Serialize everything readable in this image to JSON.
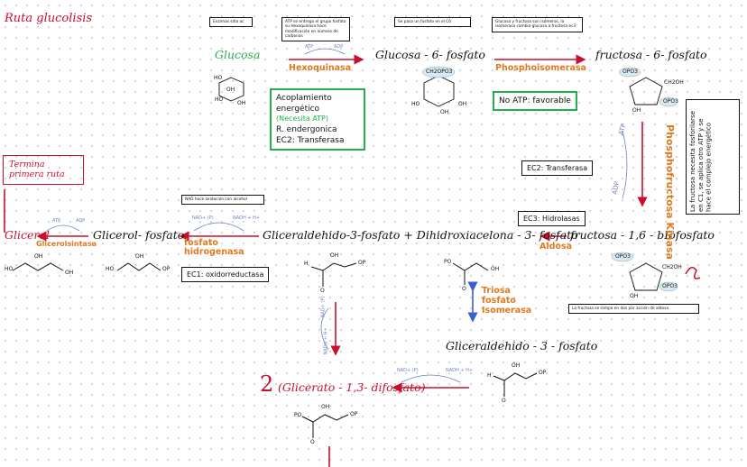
{
  "title": "Ruta glucolisis",
  "notes": {
    "n1": "Enzimas sitio ac",
    "n2": "ATP se entrega el grupo fosfato su Hexoquinasa hace modificación en número de carbonos",
    "n3": "Se pasa un fosfato en el C6",
    "n4": "Glucosa y fructosa son isómeros, la isomerasa cambia glucosa a fructosa ec3",
    "n5": "NAD hace oxidación con alcohol",
    "n6": "La fructosa se rompe en dos por acción de aldosa",
    "side_note": "La fructosa necesita fosforilarse en C1, se aplica otro ATP y se hace el complejo energético"
  },
  "compounds": {
    "glucosa": "Glucosa",
    "g6p": "Glucosa - 6- fosfato",
    "f6p": "fructosa - 6- fosfato",
    "f16bp": "fructosa - 1,6 - bIofosfato",
    "gald3p_dhap": "Gliceraldehido-3-fosfato + Dihidroxiacelona - 3- fosfato",
    "g3p": "Gliceraldehido - 3 - fosfato",
    "glicerol_fosfato": "Glicerol- fosfato",
    "glicerol": "Glicerol",
    "glicerato": "(Glicerato - 1,3- difosfato)"
  },
  "enzymes": {
    "hexoquinasa": "Hexoquinasa",
    "phosphoisomerasa": "Phosphoisomerasa",
    "pfk": "Phosphofructosa Kinasa",
    "aldosa": "Aldosa",
    "triosa": "Triosa fosfato Isomerasa",
    "g3pdh": "fosfato hidrogenasa",
    "gliceralsintasa": "Glicerolsintasa"
  },
  "boxes": {
    "acoplamiento": [
      "Acoplamiento energético",
      "(Necesita ATP)",
      "R. endergonica",
      "EC2: Transferasa"
    ],
    "noatp": "No ATP: favorable",
    "ec2": "EC2: Transferasa",
    "ec3": "EC3: Hidrolasas",
    "ec1": "EC1: oxidorreductasa",
    "termina": "Termina primera ruta"
  },
  "cofactors": {
    "atp": "ATP",
    "adp": "ADP",
    "nad": "NAD+ (P)",
    "nadh": "NADH + H+"
  },
  "groups": {
    "oh": "OH",
    "op": "OP",
    "po": "PO",
    "ho": "HO",
    "h": "H",
    "o": "O",
    "ch2oh": "CH2OH",
    "ch2opo3": "CH2OPO3",
    "opo3": "OPO3"
  },
  "step_numbers": {
    "two": "2"
  },
  "colors": {
    "red": "#c8102e",
    "green": "#22b14c",
    "orange": "#e07a1e",
    "blue": "#6a7fc9"
  }
}
